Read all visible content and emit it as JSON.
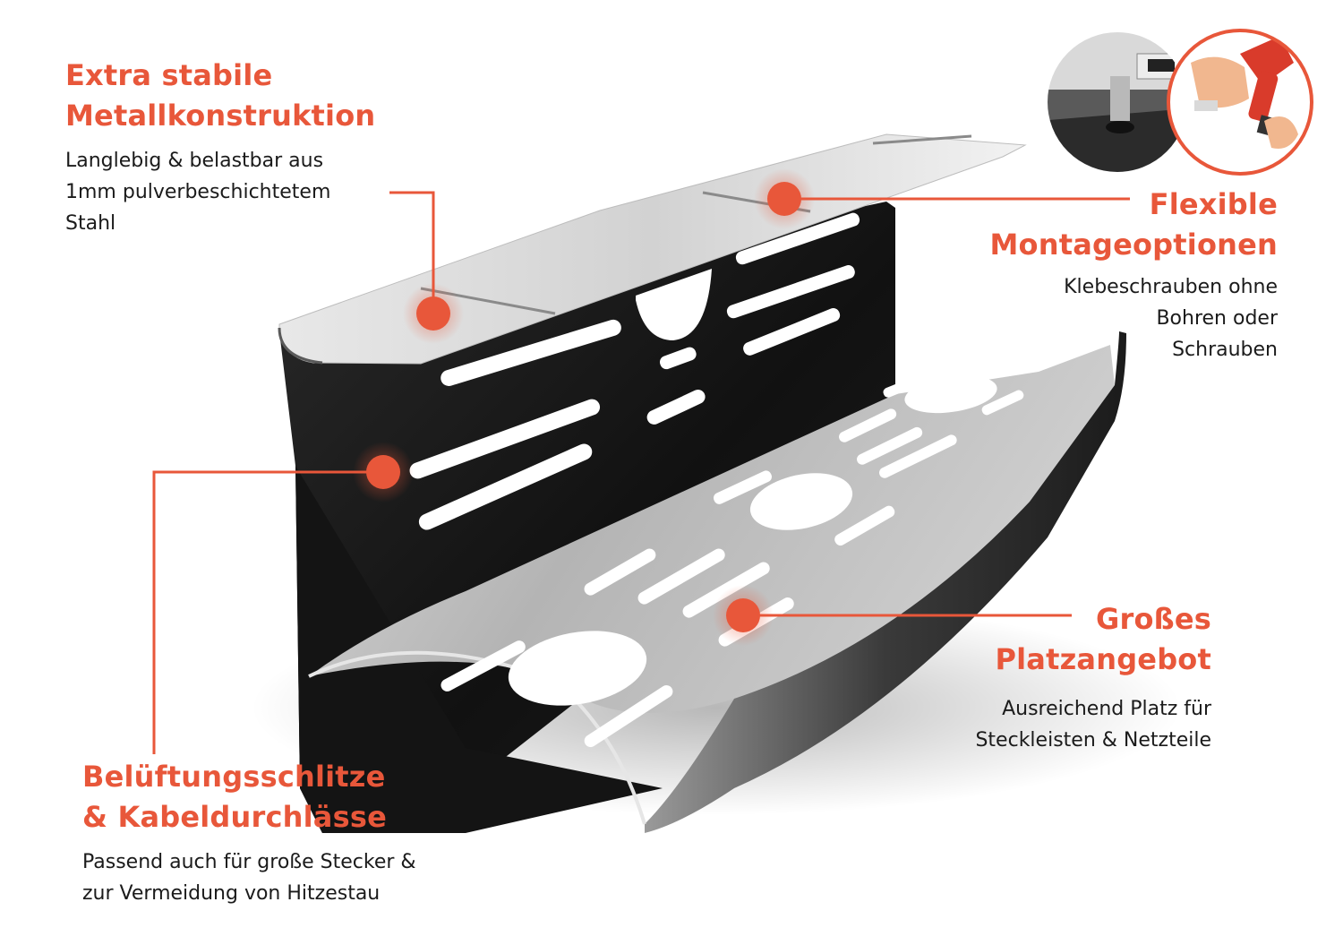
{
  "colors": {
    "accent": "#e8573a",
    "text": "#1b1b1b",
    "steel_dark": "#1c1c1c",
    "steel_light": "#c9c9c9"
  },
  "callouts": {
    "construction": {
      "title_lines": [
        "Extra stabile",
        "Metallkonstruktion"
      ],
      "text_lines": [
        "Langlebig & belastbar aus",
        "1mm pulverbeschichtetem",
        "Stahl"
      ]
    },
    "mounting": {
      "title_lines": [
        "Flexible",
        "Montageoptionen"
      ],
      "text_lines": [
        "Klebeschrauben ohne",
        "Bohren oder",
        "Schrauben"
      ]
    },
    "space": {
      "title_lines": [
        "Großes",
        "Platzangebot"
      ],
      "text_lines": [
        "Ausreichend Platz für",
        "Steckleisten & Netzteile"
      ]
    },
    "ventilation": {
      "title_lines": [
        "Belüftungsschlitze",
        "& Kabeldurchlässe"
      ],
      "text_lines": [
        "Passend auch für große Stecker &",
        "zur Vermeidung von Hitzestau"
      ]
    }
  },
  "icons": {
    "product": "metal-cable-tray",
    "mounting_detail": "adhesive-screw-closeup",
    "drill": "power-drill-in-hand",
    "marker": "hotspot-marker"
  }
}
